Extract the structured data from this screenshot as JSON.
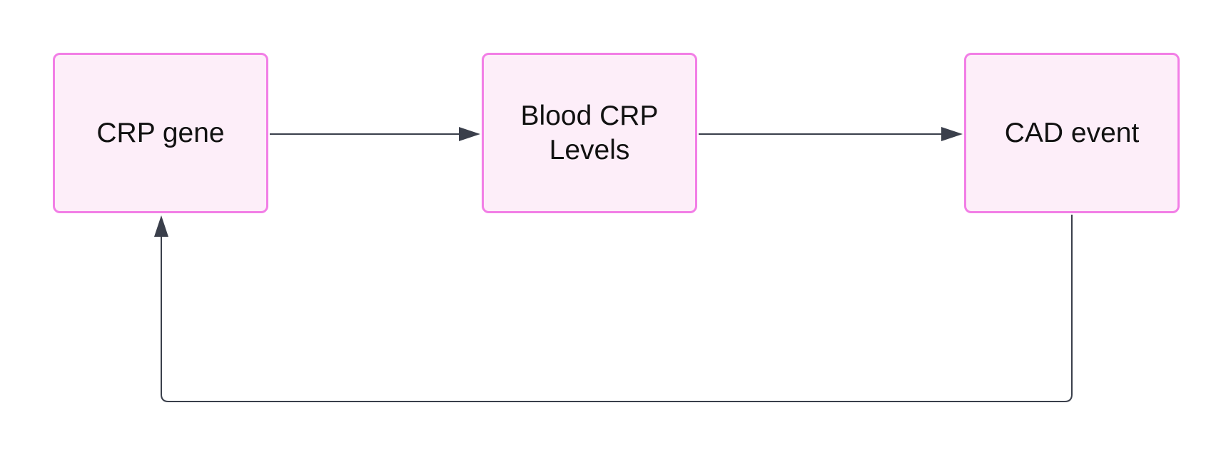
{
  "diagram": {
    "nodes": [
      {
        "id": "crp-gene",
        "label": "CRP gene"
      },
      {
        "id": "blood-crp-levels",
        "label": "Blood CRP\nLevels"
      },
      {
        "id": "cad-event",
        "label": "CAD event"
      }
    ],
    "edges": [
      {
        "from": "crp-gene",
        "to": "blood-crp-levels"
      },
      {
        "from": "blood-crp-levels",
        "to": "cad-event"
      },
      {
        "from": "cad-event",
        "to": "crp-gene"
      }
    ],
    "colors": {
      "node_fill": "#fdeef9",
      "node_border": "#f27ee6",
      "edge": "#3a3f4b",
      "text": "#111111"
    }
  }
}
